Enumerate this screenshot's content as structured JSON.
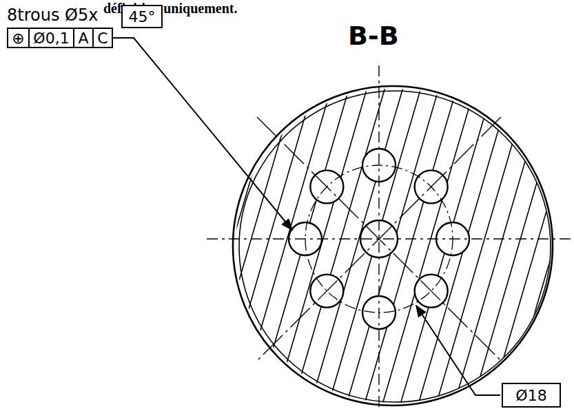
{
  "diagram": {
    "title": "B-B",
    "nodes": [
      {
        "text": [
          "45°"
        ]
      },
      {
        "text": [
          "⊕"
        ]
      },
      {
        "text": [
          "Ø0,1"
        ]
      },
      {
        "text": [
          "A"
        ]
      },
      {
        "text": [
          "C"
        ]
      },
      {
        "text": [
          "Ø18"
        ]
      }
    ],
    "labels": [
      "définition uniquement.",
      "8trous Ø5x"
    ]
  }
}
